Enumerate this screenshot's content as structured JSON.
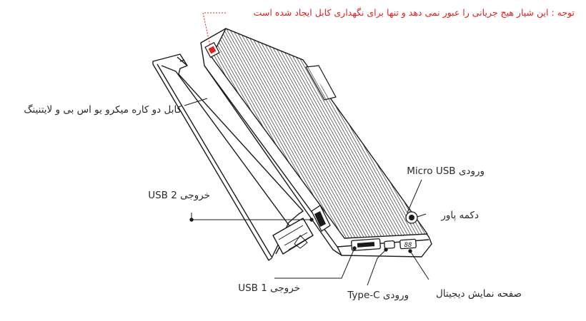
{
  "note": {
    "text": "توجه : این شیار هیج جریانی را عبور نمی دهد و تنها برای نگهداری کابل ایجاد شده است",
    "color": "#e0211f"
  },
  "labels": {
    "cable": "کابل دو کاره میکرو یو اس بی و لایتنینگ",
    "usb2": "USB 2 خروجی",
    "usb1": "USB 1 خروجی",
    "typec": "Type-C ورودی",
    "display": "صفحه نمایش دیجیتال",
    "power": "دکمه پاور",
    "microusb": "Micro USB ورودی"
  },
  "display_readout": "88",
  "colors": {
    "line": "#1a1a1a",
    "leader": "#1a1a1a",
    "note_leader": "#e0211f"
  }
}
